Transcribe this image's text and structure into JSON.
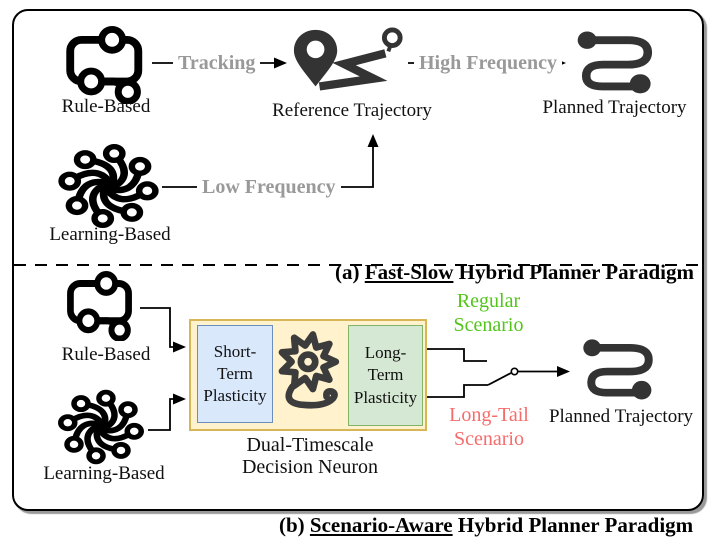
{
  "figure": {
    "panel_a": {
      "caption": {
        "prefix": "(a) ",
        "underlined": "Fast-Slow",
        "rest": " Hybrid Planner Paradigm"
      },
      "rule_based_label": "Rule-Based",
      "learning_based_label": "Learning-Based",
      "reference_trajectory_label": "Reference Trajectory",
      "planned_trajectory_label": "Planned Trajectory",
      "tracking_label": "Tracking",
      "high_frequency_label": "High Frequency",
      "low_frequency_label": "Low Frequency"
    },
    "panel_b": {
      "caption": {
        "prefix": "(b) ",
        "underlined": "Scenario-Aware",
        "rest": " Hybrid Planner Paradigm"
      },
      "rule_based_label": "Rule-Based",
      "learning_based_label": "Learning-Based",
      "short_term_label": "Short-Term Plasticity",
      "long_term_label": "Long-Term Plasticity",
      "neuron_caption": "Dual-Timescale Decision Neuron",
      "regular_scenario_label": "Regular Scenario",
      "long_tail_scenario_label": "Long-Tail Scenario",
      "planned_trajectory_label": "Planned Trajectory"
    },
    "icons": {
      "rule_based": "flowchart-nodes-icon",
      "learning_based": "neural-dendrites-icon",
      "reference_trajectory": "map-pin-route-icon",
      "planned_trajectory": "s-curve-path-icon",
      "decision_neuron": "spiky-neuron-icon",
      "selector": "switch-icon"
    },
    "colors": {
      "short_term_fill": "#dae8fc",
      "short_term_border": "#6c8ebf",
      "long_term_fill": "#d5e8d4",
      "long_term_border": "#82b366",
      "neuron_box_fill": "#fff2cc",
      "neuron_box_border": "#d6b656",
      "regular_scenario_text": "#52c41a",
      "long_tail_scenario_text": "#f56c6c",
      "edge_label_text": "#999999",
      "icon_dark": "#333333",
      "line_black": "#000000"
    }
  }
}
